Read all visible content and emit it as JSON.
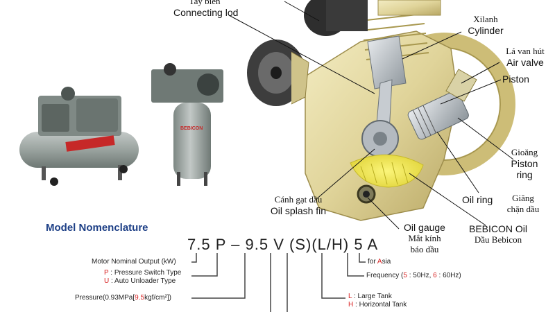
{
  "labels": {
    "connecting_rod_vn": "Tay biên",
    "connecting_rod_en": "Connecting lod",
    "cylinder_vn": "Xilanh",
    "cylinder_en": "Cylinder",
    "air_valve_vn": "Lá van hút",
    "air_valve_en": "Air valve",
    "piston_en": "Piston",
    "piston_ring_vn": "Gioăng",
    "piston_ring_en1": "Piston",
    "piston_ring_en2": "ring",
    "oil_ring_en": "Oil ring",
    "oil_ring_vn1": "Giăng",
    "oil_ring_vn2": "chặn dầu",
    "splash_fin_vn": "Cánh gạt dầu",
    "splash_fin_en": "Oil splash fin",
    "oil_gauge_en": "Oil gauge",
    "oil_gauge_vn1": "Mắt kính",
    "oil_gauge_vn2": "báo dầu",
    "bebicon_oil_en": "BEBICON Oil",
    "bebicon_oil_vn": "Dầu Bebicon"
  },
  "product_marks": {
    "tank_brand": "BEBICON"
  },
  "nomenclature": {
    "title": "Model Nomenclature",
    "code": {
      "power": "7.5",
      "p": "P",
      "dash": "–",
      "pressure": "9.5",
      "v": "V",
      "s": "(S)",
      "lh": "(L/H)",
      "freq": "5",
      "region": "A"
    },
    "notes": {
      "motor": "Motor Nominal Output (kW)",
      "p_key": "P",
      "p_text": " : Pressure Switch Type",
      "u_key": "U",
      "u_text": " : Auto Unloader Type",
      "pressure_a": "Pressure(0.93MPa[",
      "pressure_b": "9.5",
      "pressure_c": "kgf/cm²])",
      "asia_a": "for ",
      "asia_b": "A",
      "asia_c": "sia",
      "freq_a": "Frequency (",
      "freq_b": "5",
      "freq_c": " : 50Hz, ",
      "freq_d": "6",
      "freq_e": " : 60Hz)",
      "l_key": "L",
      "l_text": " : Large Tank",
      "h_key": "H",
      "h_text": " : Horizontal Tank"
    }
  },
  "colors": {
    "title_blue": "#1d3f86",
    "accent_red": "#d81f1f",
    "pump_body": "#e6dca5",
    "tank_gray": "#9fa7a4"
  }
}
